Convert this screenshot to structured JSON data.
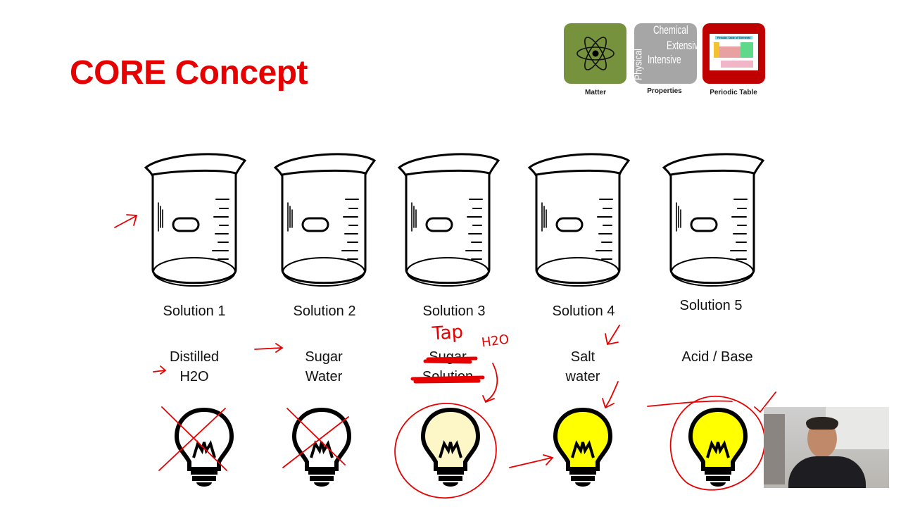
{
  "slide": {
    "title": "CORE Concept",
    "tiles": [
      {
        "label": "Matter",
        "icon": "atom-icon",
        "color": "#76923c"
      },
      {
        "label": "Properties",
        "icon": "word-cloud",
        "color": "#a6a6a6",
        "words": [
          "Chemical",
          "Extensive",
          "Intensive",
          "Physical"
        ]
      },
      {
        "label": "Periodic Table",
        "icon": "periodic-table-icon",
        "color": "#c00000",
        "inner_title": "Periodic Table of Elements"
      }
    ],
    "columns": [
      {
        "name": "Solution 1",
        "desc1": "Distilled",
        "desc2": "H2O",
        "bulb": "off"
      },
      {
        "name": "Solution 2",
        "desc1": "Sugar",
        "desc2": "Water",
        "bulb": "off"
      },
      {
        "name": "Solution 3",
        "desc1": "Sugar",
        "desc2": "Solution",
        "bulb": "dim"
      },
      {
        "name": "Solution 4",
        "desc1": "Salt",
        "desc2": "water",
        "bulb": "bright"
      },
      {
        "name": "Solution 5",
        "desc1": "Acid / Base",
        "desc2": "",
        "bulb": "bright"
      }
    ],
    "annotations": {
      "handwritten_1": "Tap",
      "handwritten_2": "H2O",
      "ink_color": "#e60000"
    }
  }
}
